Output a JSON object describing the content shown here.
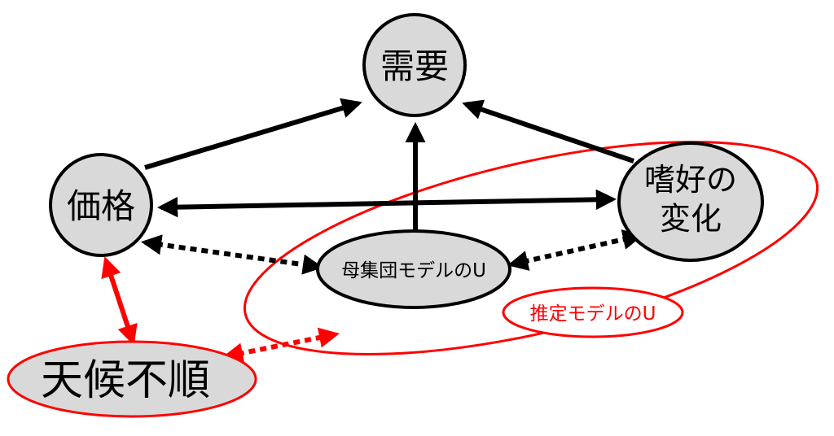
{
  "nodes": {
    "demand": "需要",
    "price": "価格",
    "taste_line1": "嗜好の",
    "taste_line2": "変化",
    "population_u": "母集団モデルのU",
    "weather": "天候不順"
  },
  "annotations": {
    "estimated_u": "推定モデルのU"
  },
  "colors": {
    "node_fill": "#d9d9d9",
    "stroke": "#000000",
    "highlight": "#ff0000"
  }
}
